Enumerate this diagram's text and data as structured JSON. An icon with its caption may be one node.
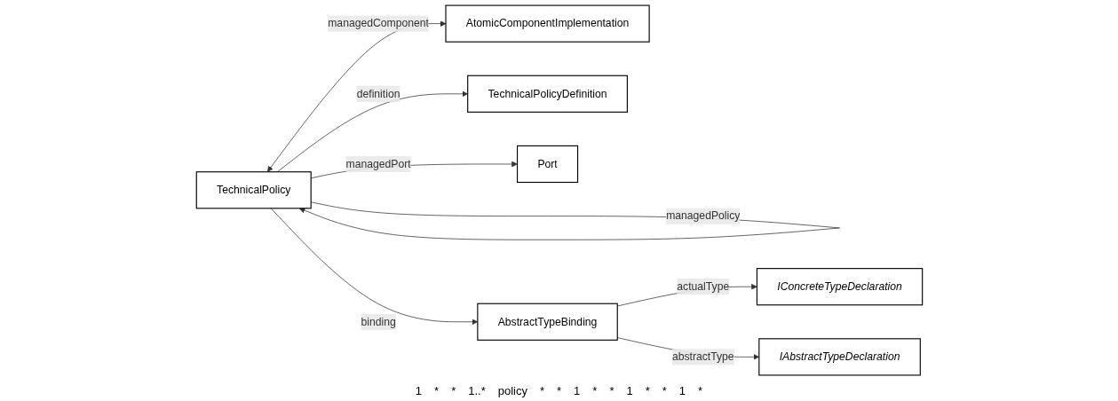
{
  "diagram": {
    "nodes": [
      {
        "text": [
          "AtomicComponentImplementation"
        ]
      },
      {
        "text": [
          "TechnicalPolicyDefinition"
        ]
      },
      {
        "text": [
          "TechnicalPolicy"
        ]
      },
      {
        "text": [
          "Port"
        ]
      },
      {
        "text": [
          "IConcreteTypeDeclaration"
        ]
      },
      {
        "text": [
          "AbstractTypeBinding"
        ]
      },
      {
        "text": [
          "IAbstractTypeDeclaration"
        ]
      }
    ],
    "edges": [
      {
        "from": 2,
        "to": 0,
        "arrow": "both",
        "label": "managedComponent"
      },
      {
        "from": 2,
        "to": 1,
        "arrow": "to",
        "label": "definition"
      },
      {
        "from": 2,
        "to": 2,
        "arrow": "to",
        "label": "managedPolicy"
      },
      {
        "from": 2,
        "to": 3,
        "arrow": "to",
        "label": "managedPort"
      },
      {
        "from": 2,
        "to": 5,
        "arrow": "to",
        "label": "binding"
      },
      {
        "from": 5,
        "to": 4,
        "arrow": "to",
        "label": "actualType"
      },
      {
        "from": 5,
        "to": 6,
        "arrow": "to",
        "label": "abstractType"
      }
    ],
    "labels": [
      "1",
      "*",
      "*",
      "1..*",
      "policy",
      "*",
      "*",
      "1",
      "*",
      "*",
      "1",
      "*",
      "*",
      "1",
      "*"
    ]
  }
}
